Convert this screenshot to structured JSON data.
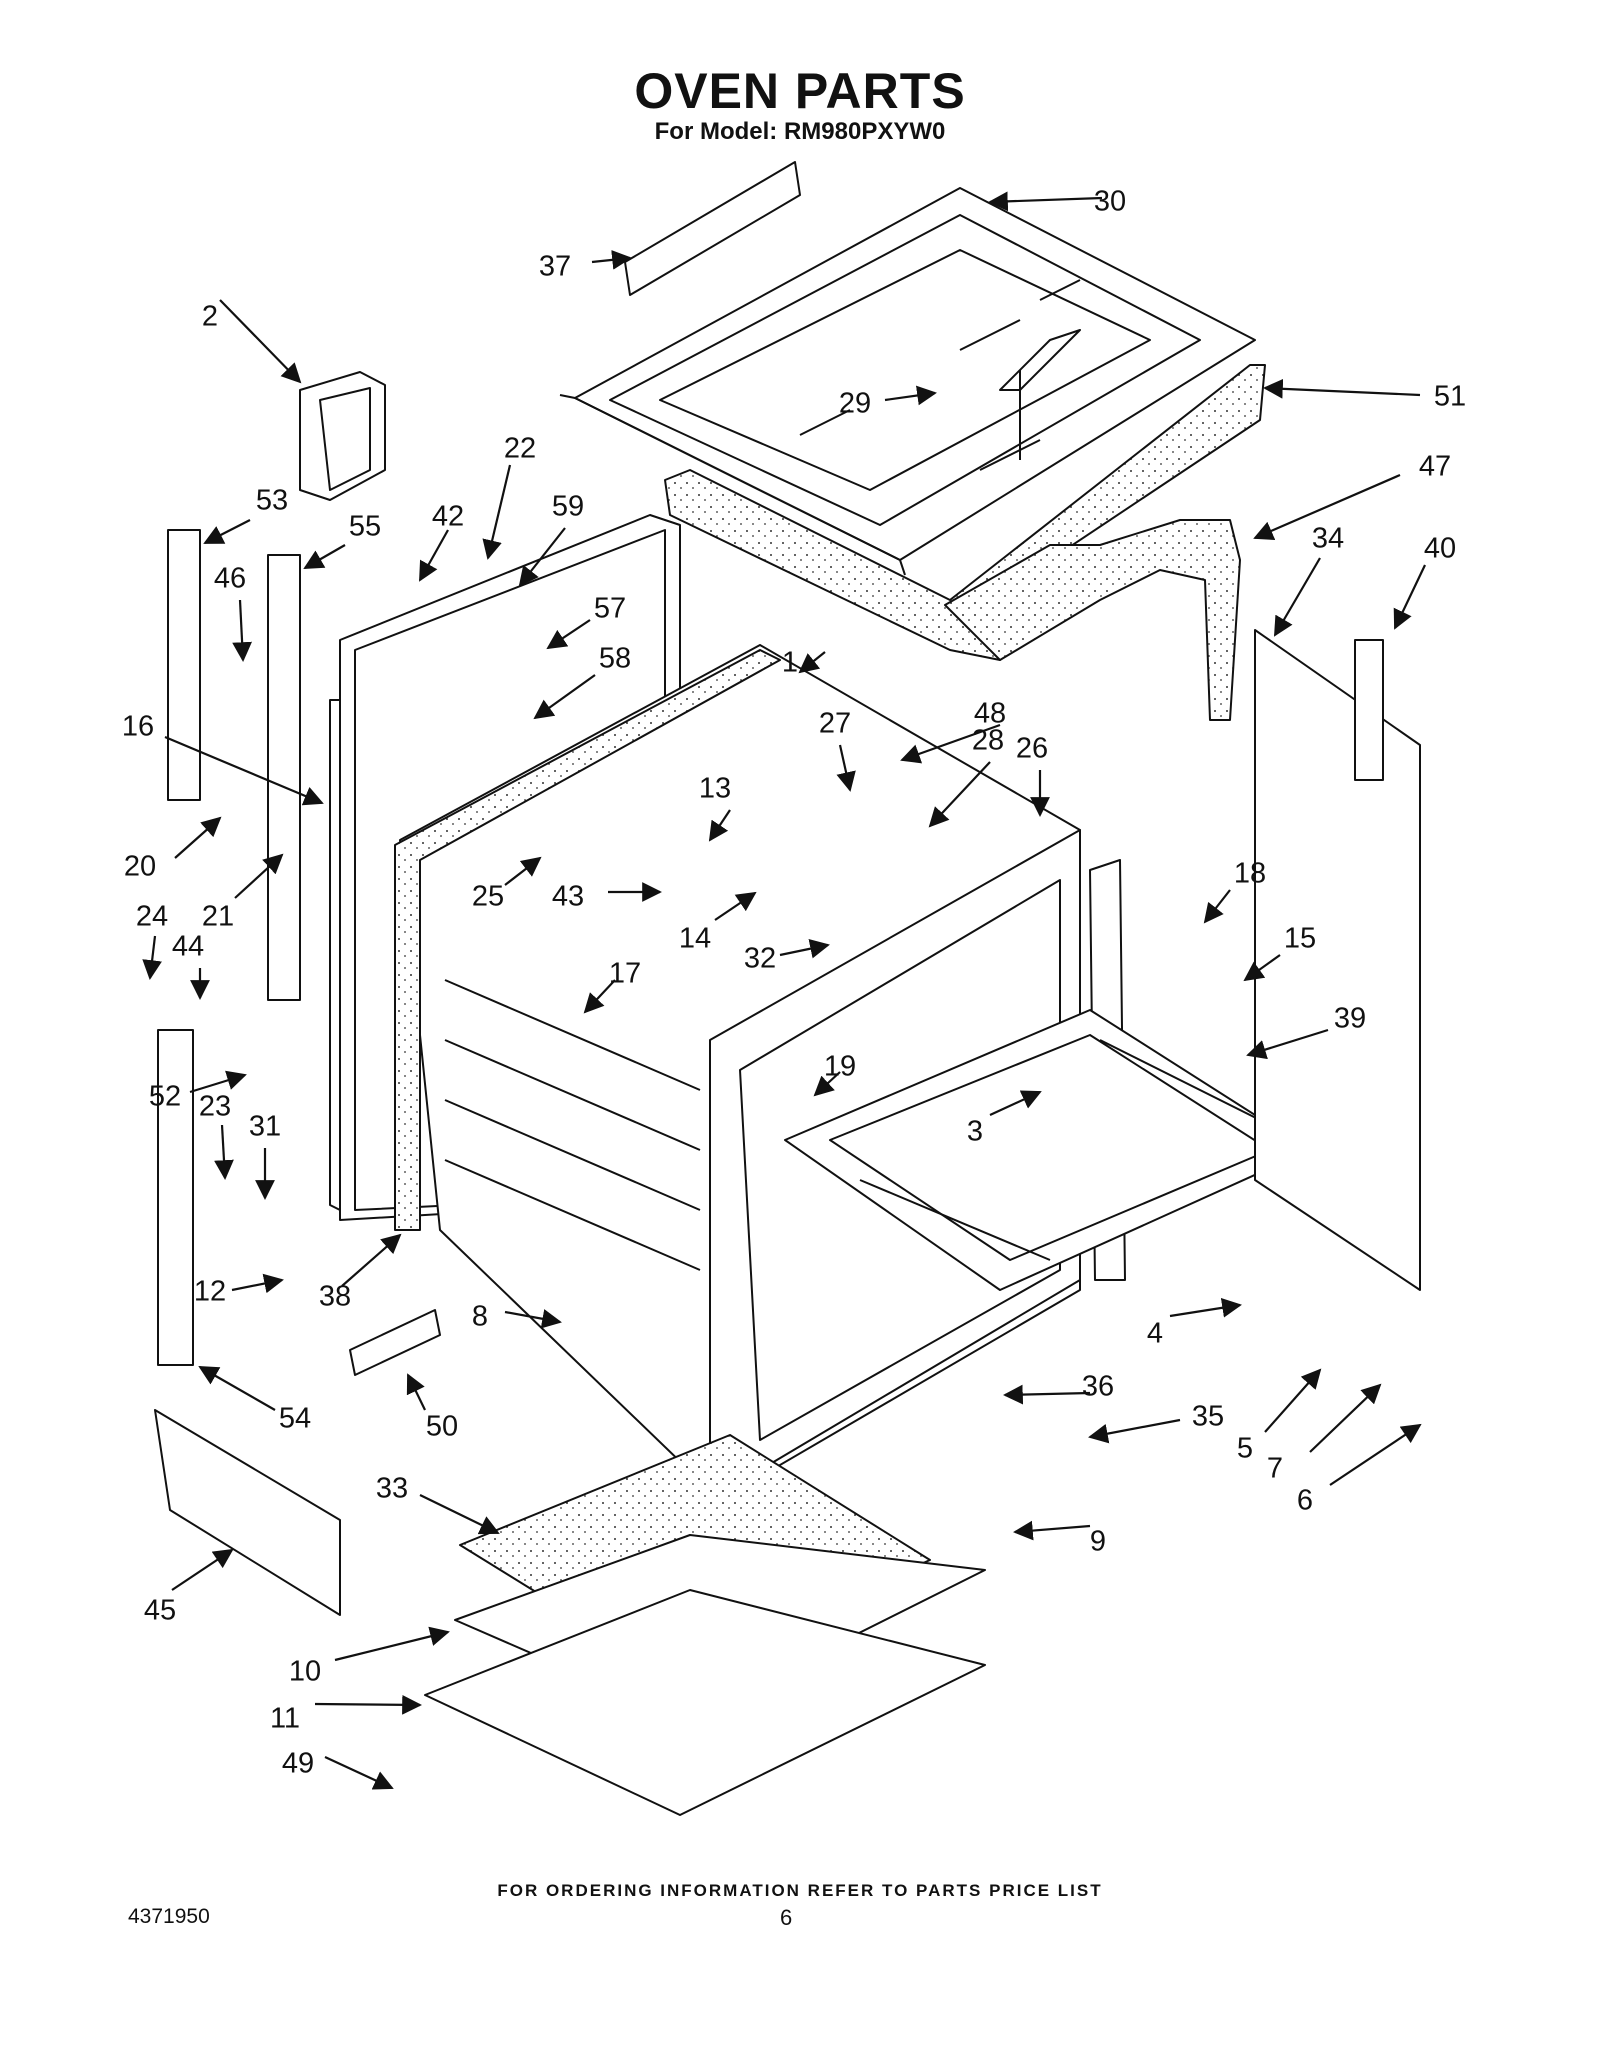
{
  "title": "OVEN PARTS",
  "subtitle": "For Model: RM980PXYW0",
  "footer_note": "FOR ORDERING INFORMATION REFER TO PARTS PRICE LIST",
  "doc_number": "4371950",
  "page_number": "6",
  "callouts": [
    {
      "id": "1"
    },
    {
      "id": "2"
    },
    {
      "id": "3"
    },
    {
      "id": "4"
    },
    {
      "id": "5"
    },
    {
      "id": "6"
    },
    {
      "id": "7"
    },
    {
      "id": "8"
    },
    {
      "id": "9"
    },
    {
      "id": "10"
    },
    {
      "id": "11"
    },
    {
      "id": "12"
    },
    {
      "id": "13"
    },
    {
      "id": "14"
    },
    {
      "id": "15"
    },
    {
      "id": "16"
    },
    {
      "id": "17"
    },
    {
      "id": "18"
    },
    {
      "id": "19"
    },
    {
      "id": "20"
    },
    {
      "id": "21"
    },
    {
      "id": "22"
    },
    {
      "id": "23"
    },
    {
      "id": "24"
    },
    {
      "id": "25"
    },
    {
      "id": "26"
    },
    {
      "id": "27"
    },
    {
      "id": "28"
    },
    {
      "id": "29"
    },
    {
      "id": "30"
    },
    {
      "id": "31"
    },
    {
      "id": "32"
    },
    {
      "id": "33"
    },
    {
      "id": "34"
    },
    {
      "id": "35"
    },
    {
      "id": "36"
    },
    {
      "id": "37"
    },
    {
      "id": "38"
    },
    {
      "id": "39"
    },
    {
      "id": "40"
    },
    {
      "id": "42"
    },
    {
      "id": "43"
    },
    {
      "id": "44"
    },
    {
      "id": "45"
    },
    {
      "id": "46"
    },
    {
      "id": "47"
    },
    {
      "id": "48"
    },
    {
      "id": "49"
    },
    {
      "id": "50"
    },
    {
      "id": "51"
    },
    {
      "id": "52"
    },
    {
      "id": "53"
    },
    {
      "id": "54"
    },
    {
      "id": "55"
    },
    {
      "id": "57"
    },
    {
      "id": "58"
    },
    {
      "id": "59"
    }
  ]
}
